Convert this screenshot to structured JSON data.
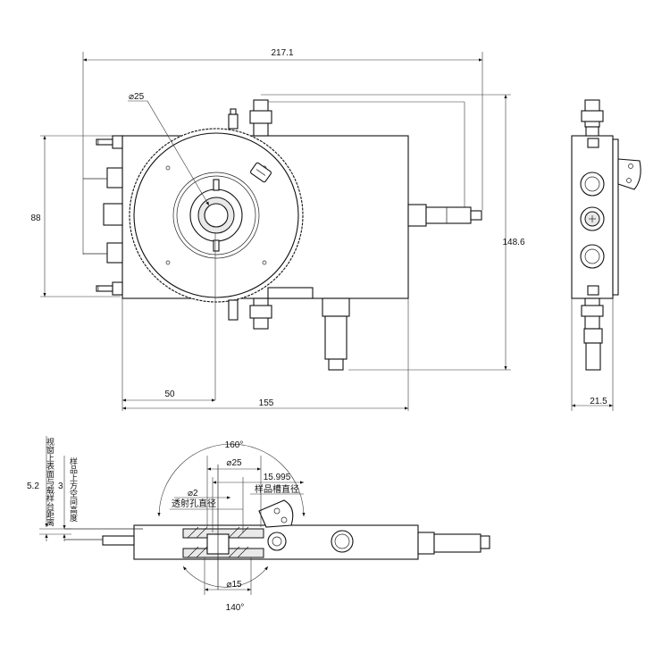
{
  "top_view": {
    "overall_width": "217.1",
    "height_left": "88",
    "height_right": "148.6",
    "window_diameter": "⌀25",
    "offset_50": "50",
    "body_width": "155"
  },
  "side_view": {
    "thickness": "21.5"
  },
  "section_view": {
    "angle_top": "160°",
    "diameter_25": "⌀25",
    "sample_slot_value": "15.995",
    "sample_slot_label": "样品槽直径",
    "hole_diameter": "⌀2",
    "hole_label": "透射孔直径",
    "diameter_15": "⌀15",
    "angle_bottom": "140°",
    "dim_52": "5.2",
    "dim_3": "3",
    "vert_label_left": "视窗上表面与载样台距离",
    "vert_label_right": "样品上方空间高度"
  }
}
